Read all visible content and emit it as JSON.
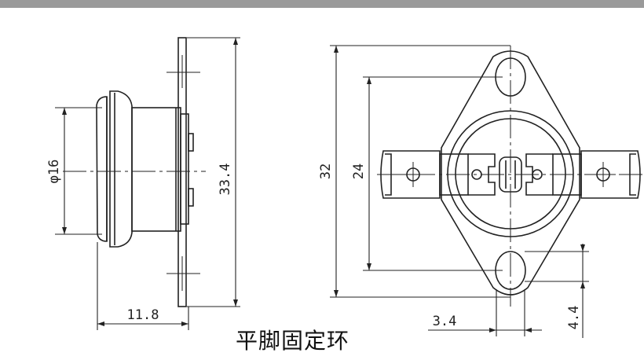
{
  "caption": "平脚固定环",
  "dimensions": {
    "diameter": "φ16",
    "side_height": "33.4",
    "side_depth": "11.8",
    "front_height": "32",
    "hole_spacing": "24",
    "slot_width": "3.4",
    "slot_height": "4.4"
  }
}
